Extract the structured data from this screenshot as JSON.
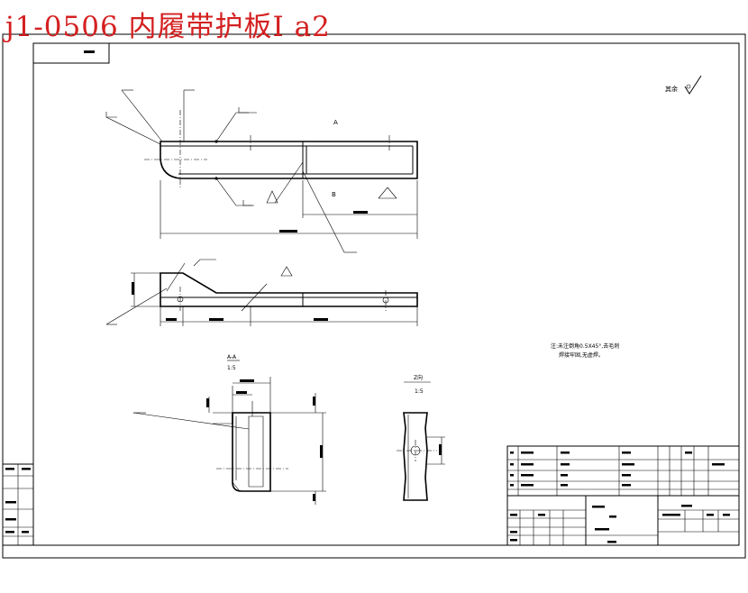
{
  "title": "j1-0506 内履带护板Ⅰ  a2",
  "roughness_note": "其余",
  "technical_requirements": [
    "注:未注倒角0.5X45°,去毛刺",
    "焊接牢固,无虚焊。"
  ],
  "colors": {
    "title": "#d42020",
    "lines": "#000000",
    "background": "#ffffff"
  }
}
